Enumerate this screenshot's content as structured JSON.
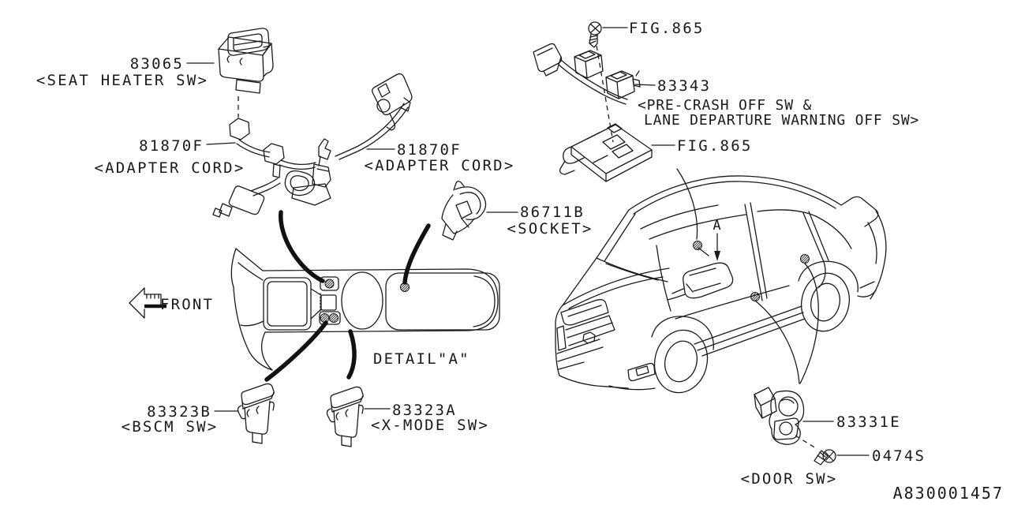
{
  "diagram": {
    "parts": {
      "seat_heater_sw": {
        "code": "83065",
        "label": "<SEAT HEATER SW>"
      },
      "adapter_cord_left": {
        "code": "81870F",
        "label": "<ADAPTER CORD>"
      },
      "adapter_cord_right": {
        "code": "81870F",
        "label": "<ADAPTER CORD>"
      },
      "screw_fig": {
        "code": "FIG.865"
      },
      "precrash_lane_sw": {
        "code": "83343",
        "label_line1": "<PRE-CRASH OFF SW &",
        "label_line2": "LANE DEPARTURE WARNING OFF SW>"
      },
      "bracket_fig": {
        "code": "FIG.865"
      },
      "socket": {
        "code": "86711B",
        "label": "<SOCKET>"
      },
      "bscm_sw": {
        "code": "83323B",
        "label": "<BSCM SW>"
      },
      "xmode_sw": {
        "code": "83323A",
        "label": "<X-MODE SW>"
      },
      "door_sw": {
        "code": "83331E",
        "label": "<DOOR SW>"
      },
      "door_sw_screw": {
        "code": "0474S"
      }
    },
    "annotations": {
      "front": "FRONT",
      "detail_a": "DETAIL\"A\"",
      "section_marker": "A"
    },
    "footer": {
      "diagram_id": "A830001457"
    },
    "colors": {
      "line": "#1a1a1a",
      "background": "#ffffff"
    }
  }
}
